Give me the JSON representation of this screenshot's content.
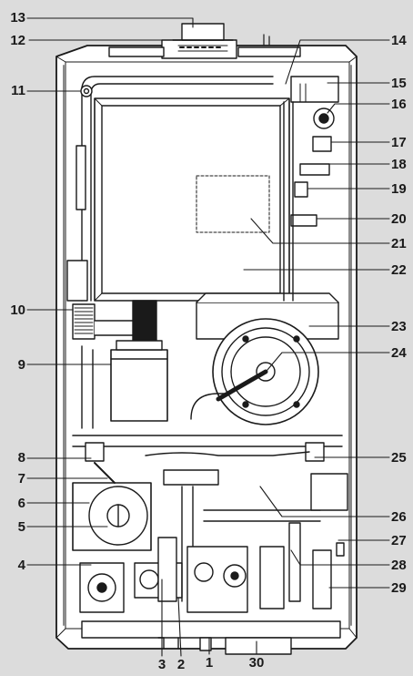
{
  "diagram": {
    "colors": {
      "background": "#dcdcdc",
      "line": "#1a1a1a",
      "component_fill": "#ffffff",
      "shadow": "#8a8a8a"
    },
    "callouts": [
      {
        "id": "c1",
        "label": "1"
      },
      {
        "id": "c2",
        "label": "2"
      },
      {
        "id": "c3",
        "label": "3"
      },
      {
        "id": "c4",
        "label": "4"
      },
      {
        "id": "c5",
        "label": "5"
      },
      {
        "id": "c6",
        "label": "6"
      },
      {
        "id": "c7",
        "label": "7"
      },
      {
        "id": "c8",
        "label": "8"
      },
      {
        "id": "c9",
        "label": "9"
      },
      {
        "id": "c10",
        "label": "10"
      },
      {
        "id": "c11",
        "label": "11"
      },
      {
        "id": "c12",
        "label": "12"
      },
      {
        "id": "c13",
        "label": "13"
      },
      {
        "id": "c14",
        "label": "14"
      },
      {
        "id": "c15",
        "label": "15"
      },
      {
        "id": "c16",
        "label": "16"
      },
      {
        "id": "c17",
        "label": "17"
      },
      {
        "id": "c18",
        "label": "18"
      },
      {
        "id": "c19",
        "label": "19"
      },
      {
        "id": "c20",
        "label": "20"
      },
      {
        "id": "c21",
        "label": "21"
      },
      {
        "id": "c22",
        "label": "22"
      },
      {
        "id": "c23",
        "label": "23"
      },
      {
        "id": "c24",
        "label": "24"
      },
      {
        "id": "c25",
        "label": "25"
      },
      {
        "id": "c26",
        "label": "26"
      },
      {
        "id": "c27",
        "label": "27"
      },
      {
        "id": "c28",
        "label": "28"
      },
      {
        "id": "c29",
        "label": "29"
      },
      {
        "id": "c30",
        "label": "30"
      }
    ]
  }
}
